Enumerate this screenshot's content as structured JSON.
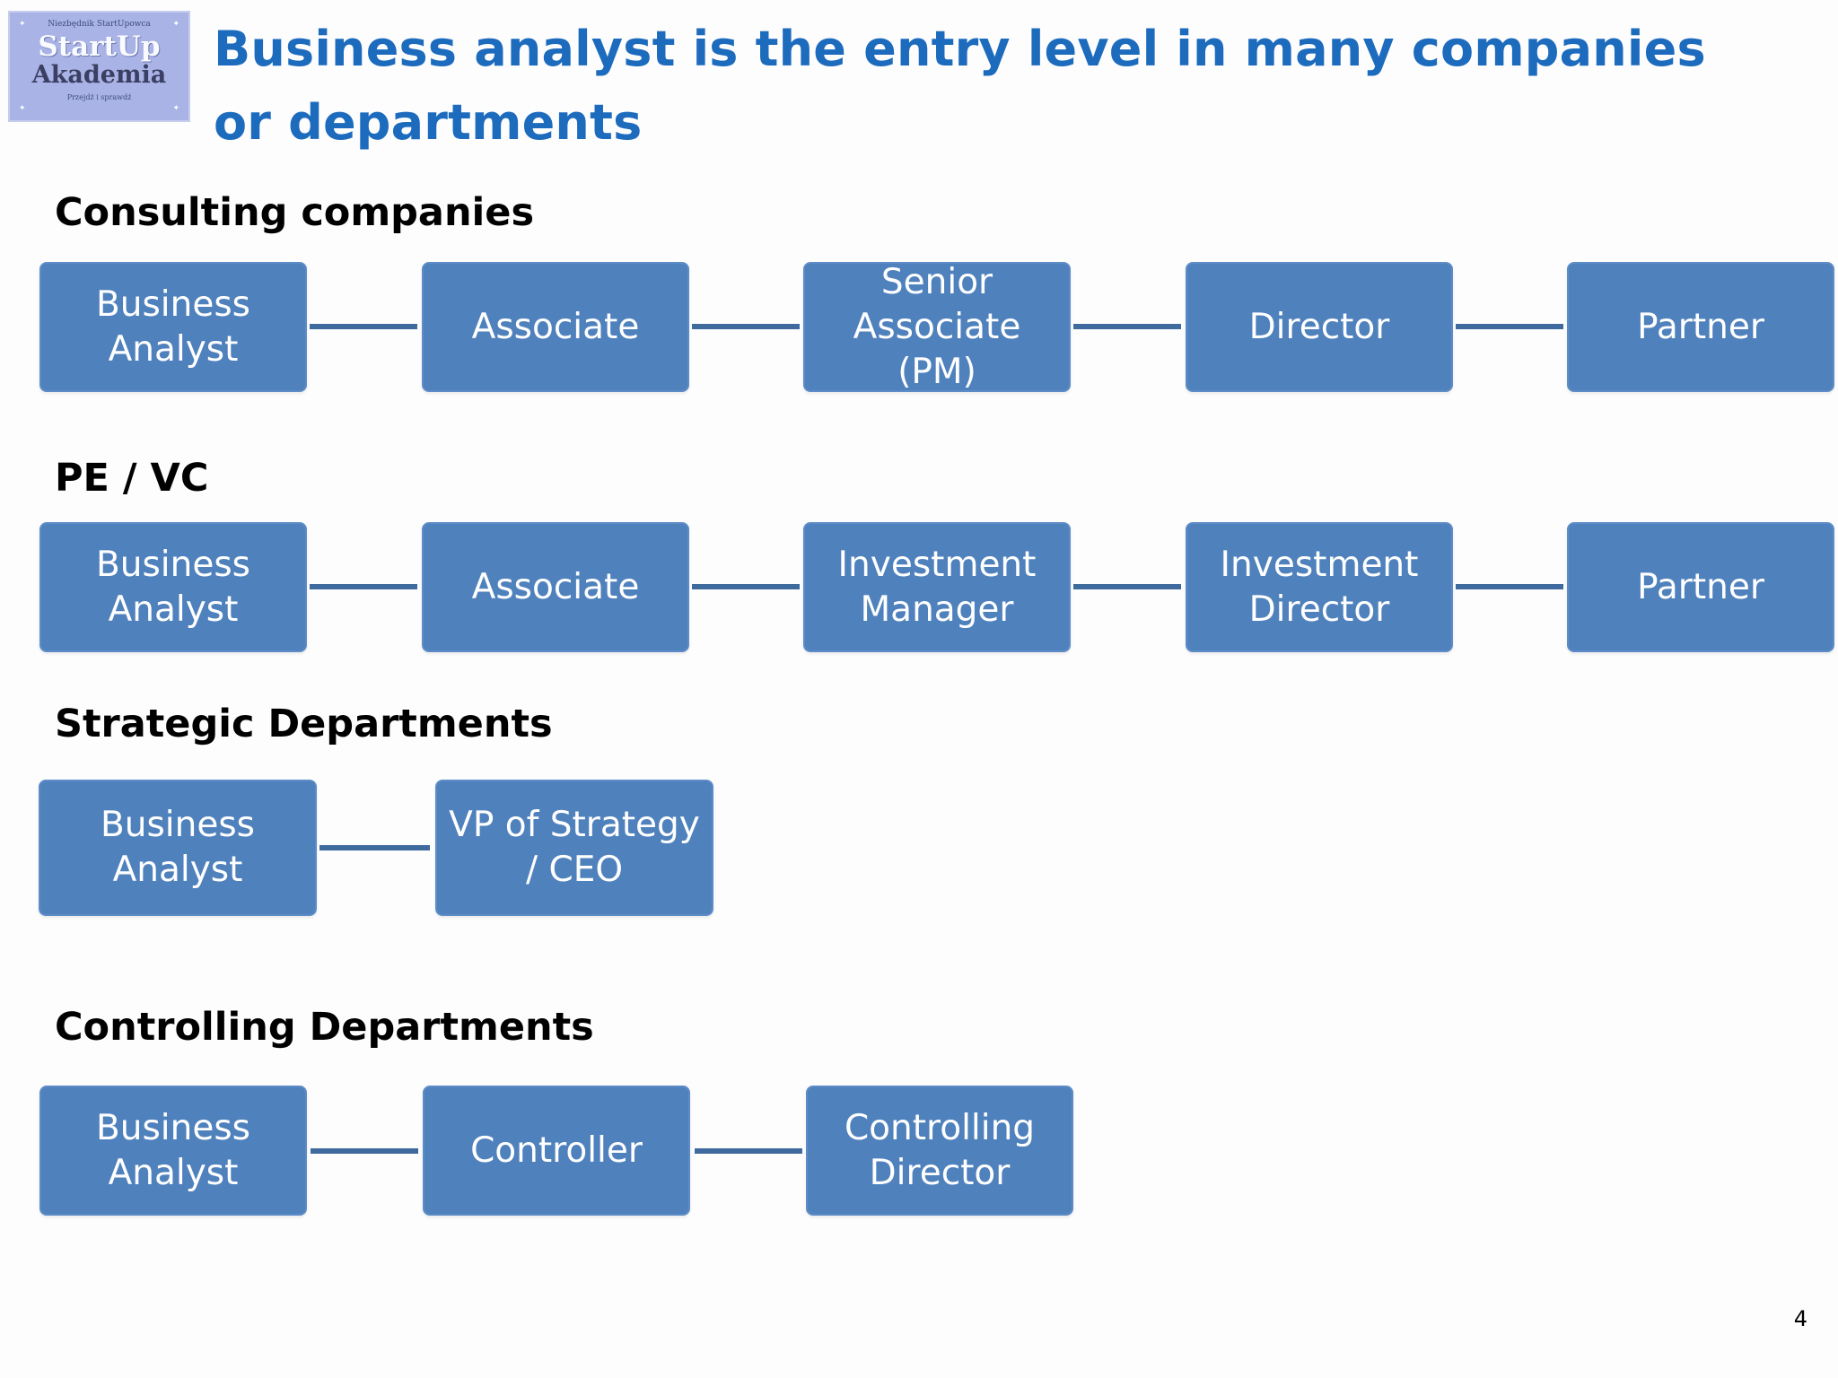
{
  "logo": {
    "top_text": "Niezbędnik StartUpowca",
    "line1": "StartUp",
    "line2": "Akademia",
    "bottom_text": "Przejdź i sprawdź"
  },
  "title": "Business analyst is the entry level in many companies or departments",
  "sections": [
    {
      "title": "Consulting companies",
      "steps": [
        "Business Analyst",
        "Associate",
        "Senior Associate (PM)",
        "Director",
        "Partner"
      ]
    },
    {
      "title": "PE / VC",
      "steps": [
        "Business Analyst",
        "Associate",
        "Investment Manager",
        "Investment Director",
        "Partner"
      ]
    },
    {
      "title": "Strategic Departments",
      "steps": [
        "Business Analyst",
        "VP of Strategy / CEO"
      ]
    },
    {
      "title": "Controlling Departments",
      "steps": [
        "Business Analyst",
        "Controller",
        "Controlling Director"
      ]
    }
  ],
  "page_number": "4",
  "colors": {
    "title": "#1d6bbd",
    "box_fill": "#4f81bd",
    "connector": "#3f6a9e"
  }
}
